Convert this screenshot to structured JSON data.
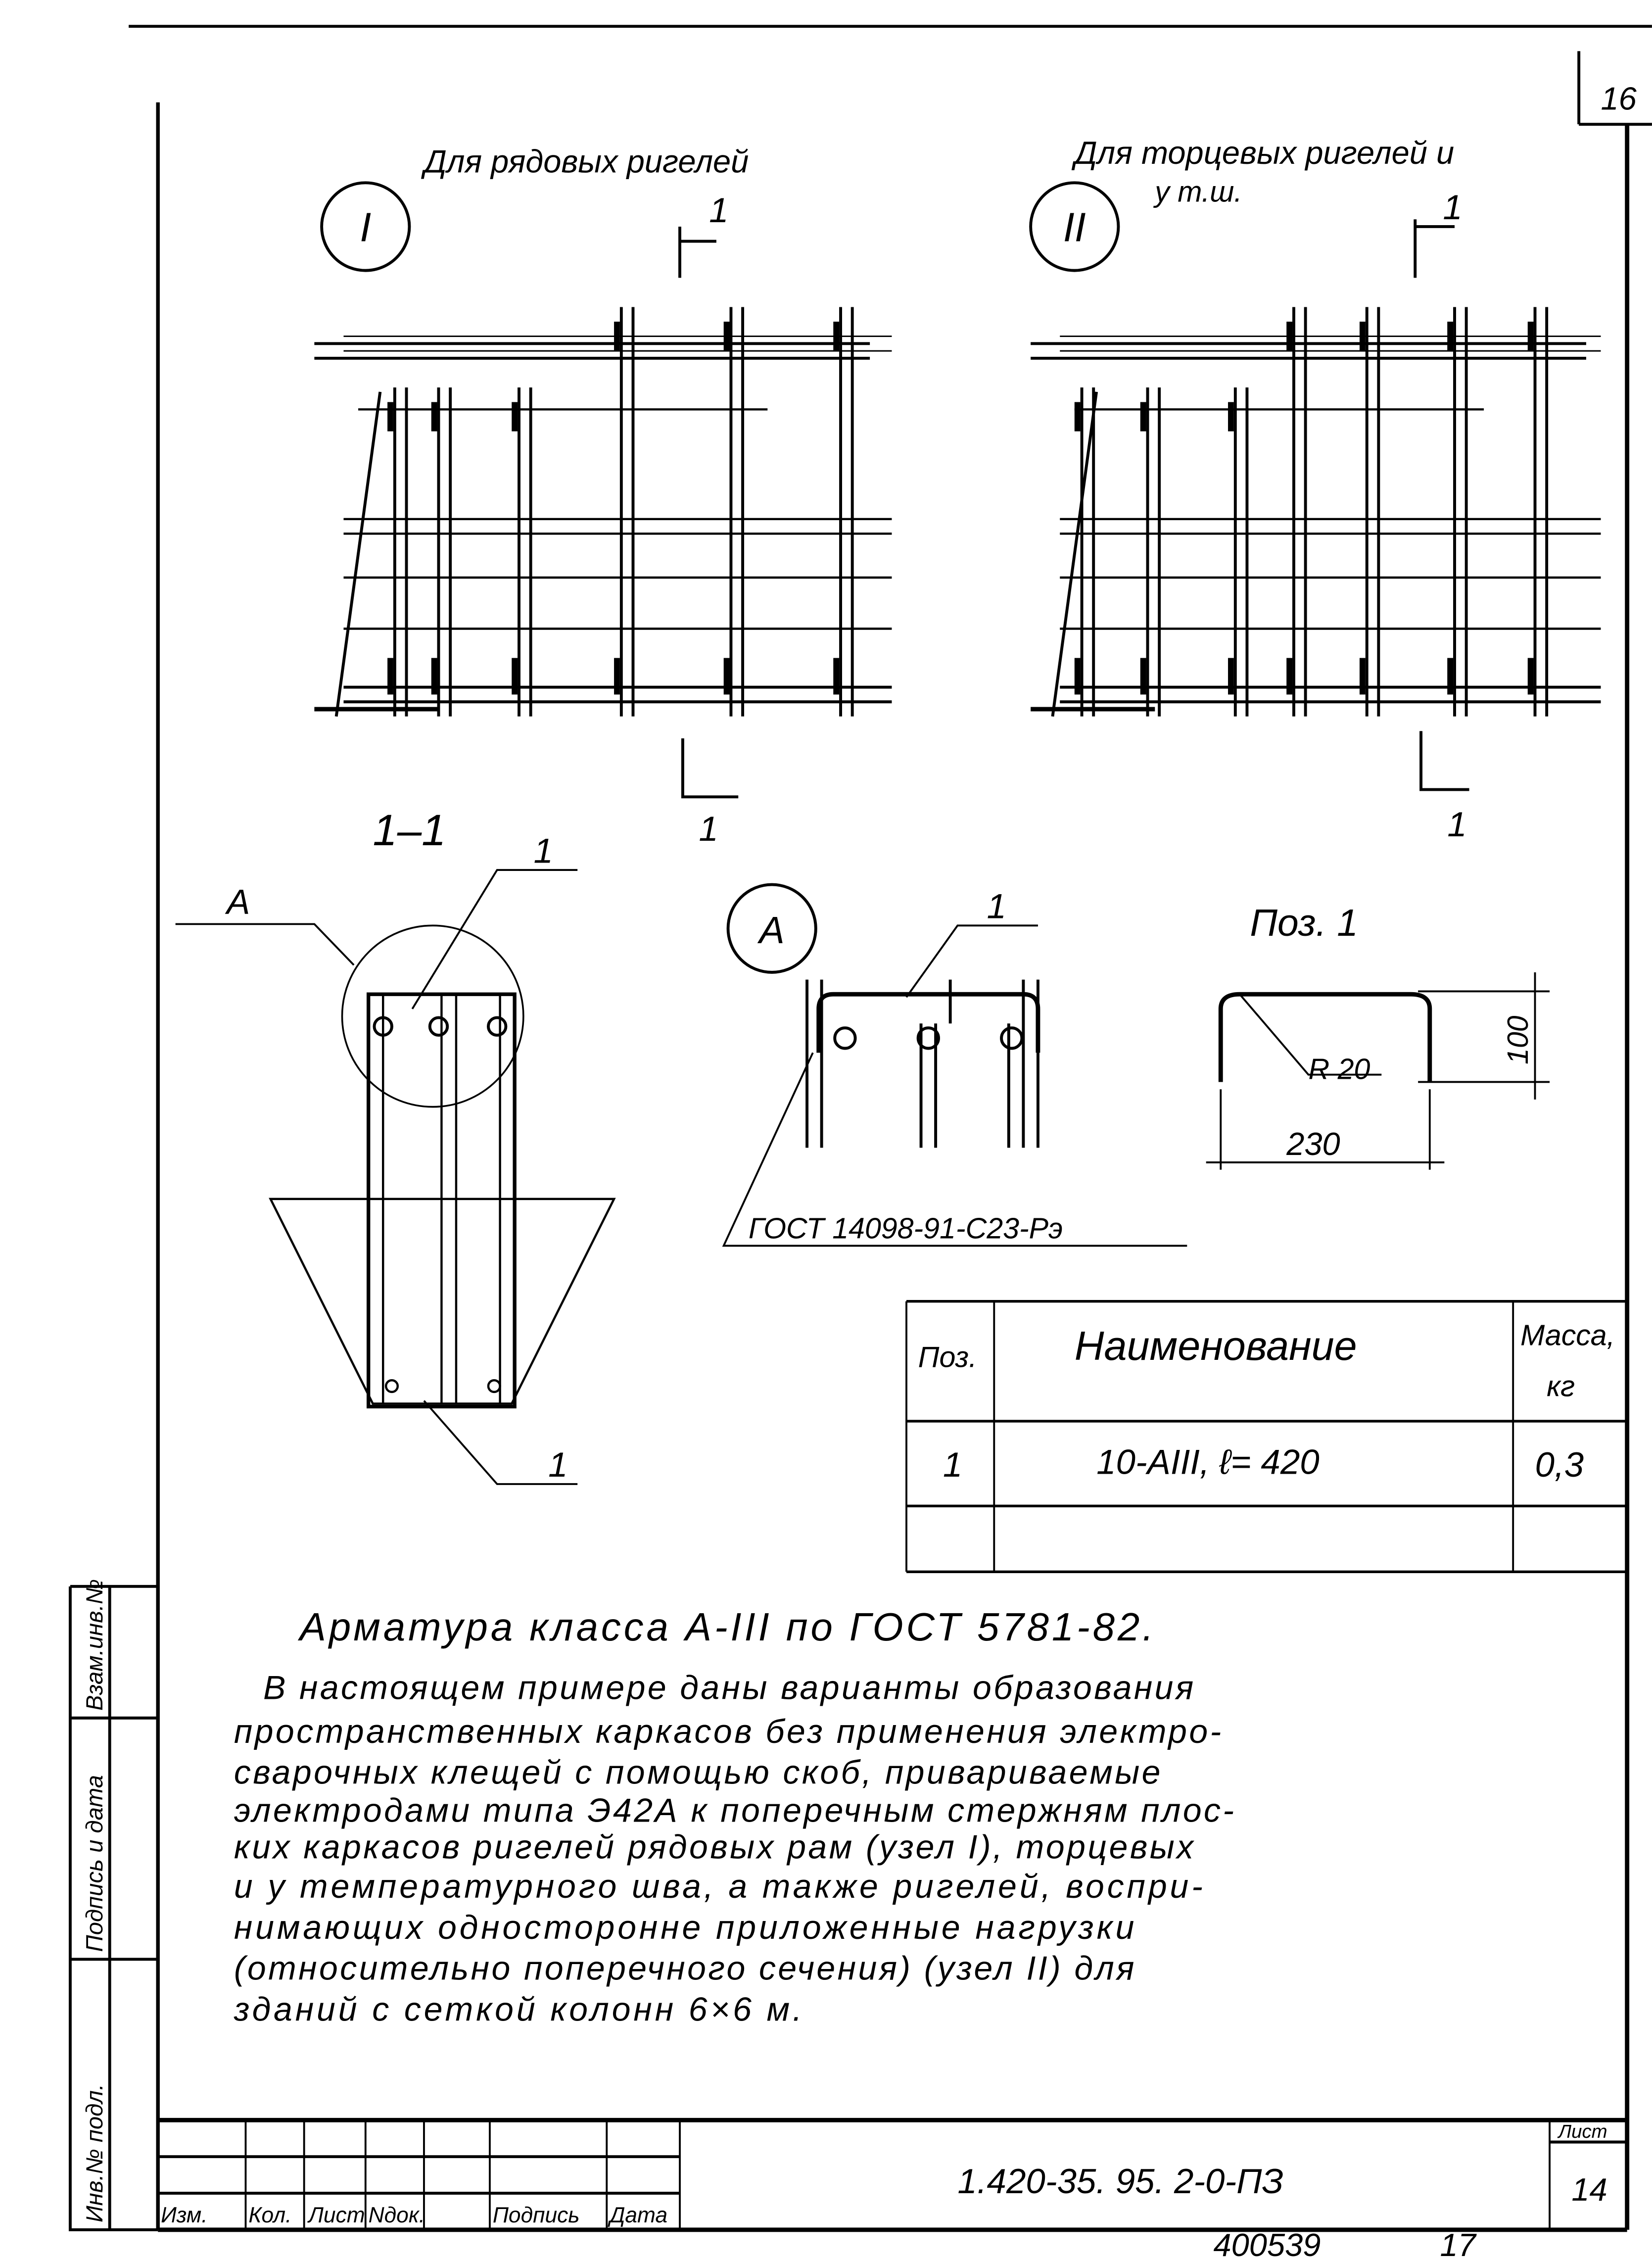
{
  "sheet": {
    "corner_number": "16",
    "title_left": "Для рядовых ригелей",
    "title_right_1": "Для торцевых ригелей и",
    "title_right_2": "у т.ш.",
    "node_1": "I",
    "node_2": "II",
    "section_mark": "1",
    "section_title": "1–1",
    "callout_a": "А",
    "node_a": "А",
    "pos_title": "Поз. 1",
    "leader_1": "1",
    "dim_height": "100",
    "dim_radius": "R 20",
    "dim_width": "230",
    "weld_standard": "ГОСТ 14098-91-С23-Рэ"
  },
  "spec_table": {
    "headers": [
      "Поз.",
      "Наименование",
      "Масса,",
      "кг"
    ],
    "rows": [
      {
        "pos": "1",
        "name": "10-АIII, ℓ= 420",
        "mass": "0,3"
      }
    ]
  },
  "notes": [
    "Арматура класса А-III по ГОСТ 5781-82.",
    "В настоящем примере даны варианты образования",
    "пространственных каркасов без применения электро-",
    "сварочных клещей с помощью скоб, привариваемые",
    "электродами типа Э42А к поперечным стержням плос-",
    "ких каркасов ригелей рядовых рам (узел I), торцевых",
    "и у температурного шва, а также ригелей, воспри-",
    "нимающих односторонне приложенные нагрузки",
    "(относительно поперечного сечения) (узел II) для",
    "зданий с сеткой колонн 6×6 м."
  ],
  "side_stamp": [
    "Взам.инв.№",
    "Подпись и дата",
    "Инв.№ подл."
  ],
  "title_block": {
    "columns": [
      "Изм.",
      "Кол.",
      "Лист",
      "Nдок.",
      "Подпись",
      "Дата"
    ],
    "designation": "1.420-35. 95. 2-0-ПЗ",
    "sheet_label": "Лист",
    "sheet_number": "14",
    "archive_number": "400539",
    "archive_suffix": "17"
  }
}
